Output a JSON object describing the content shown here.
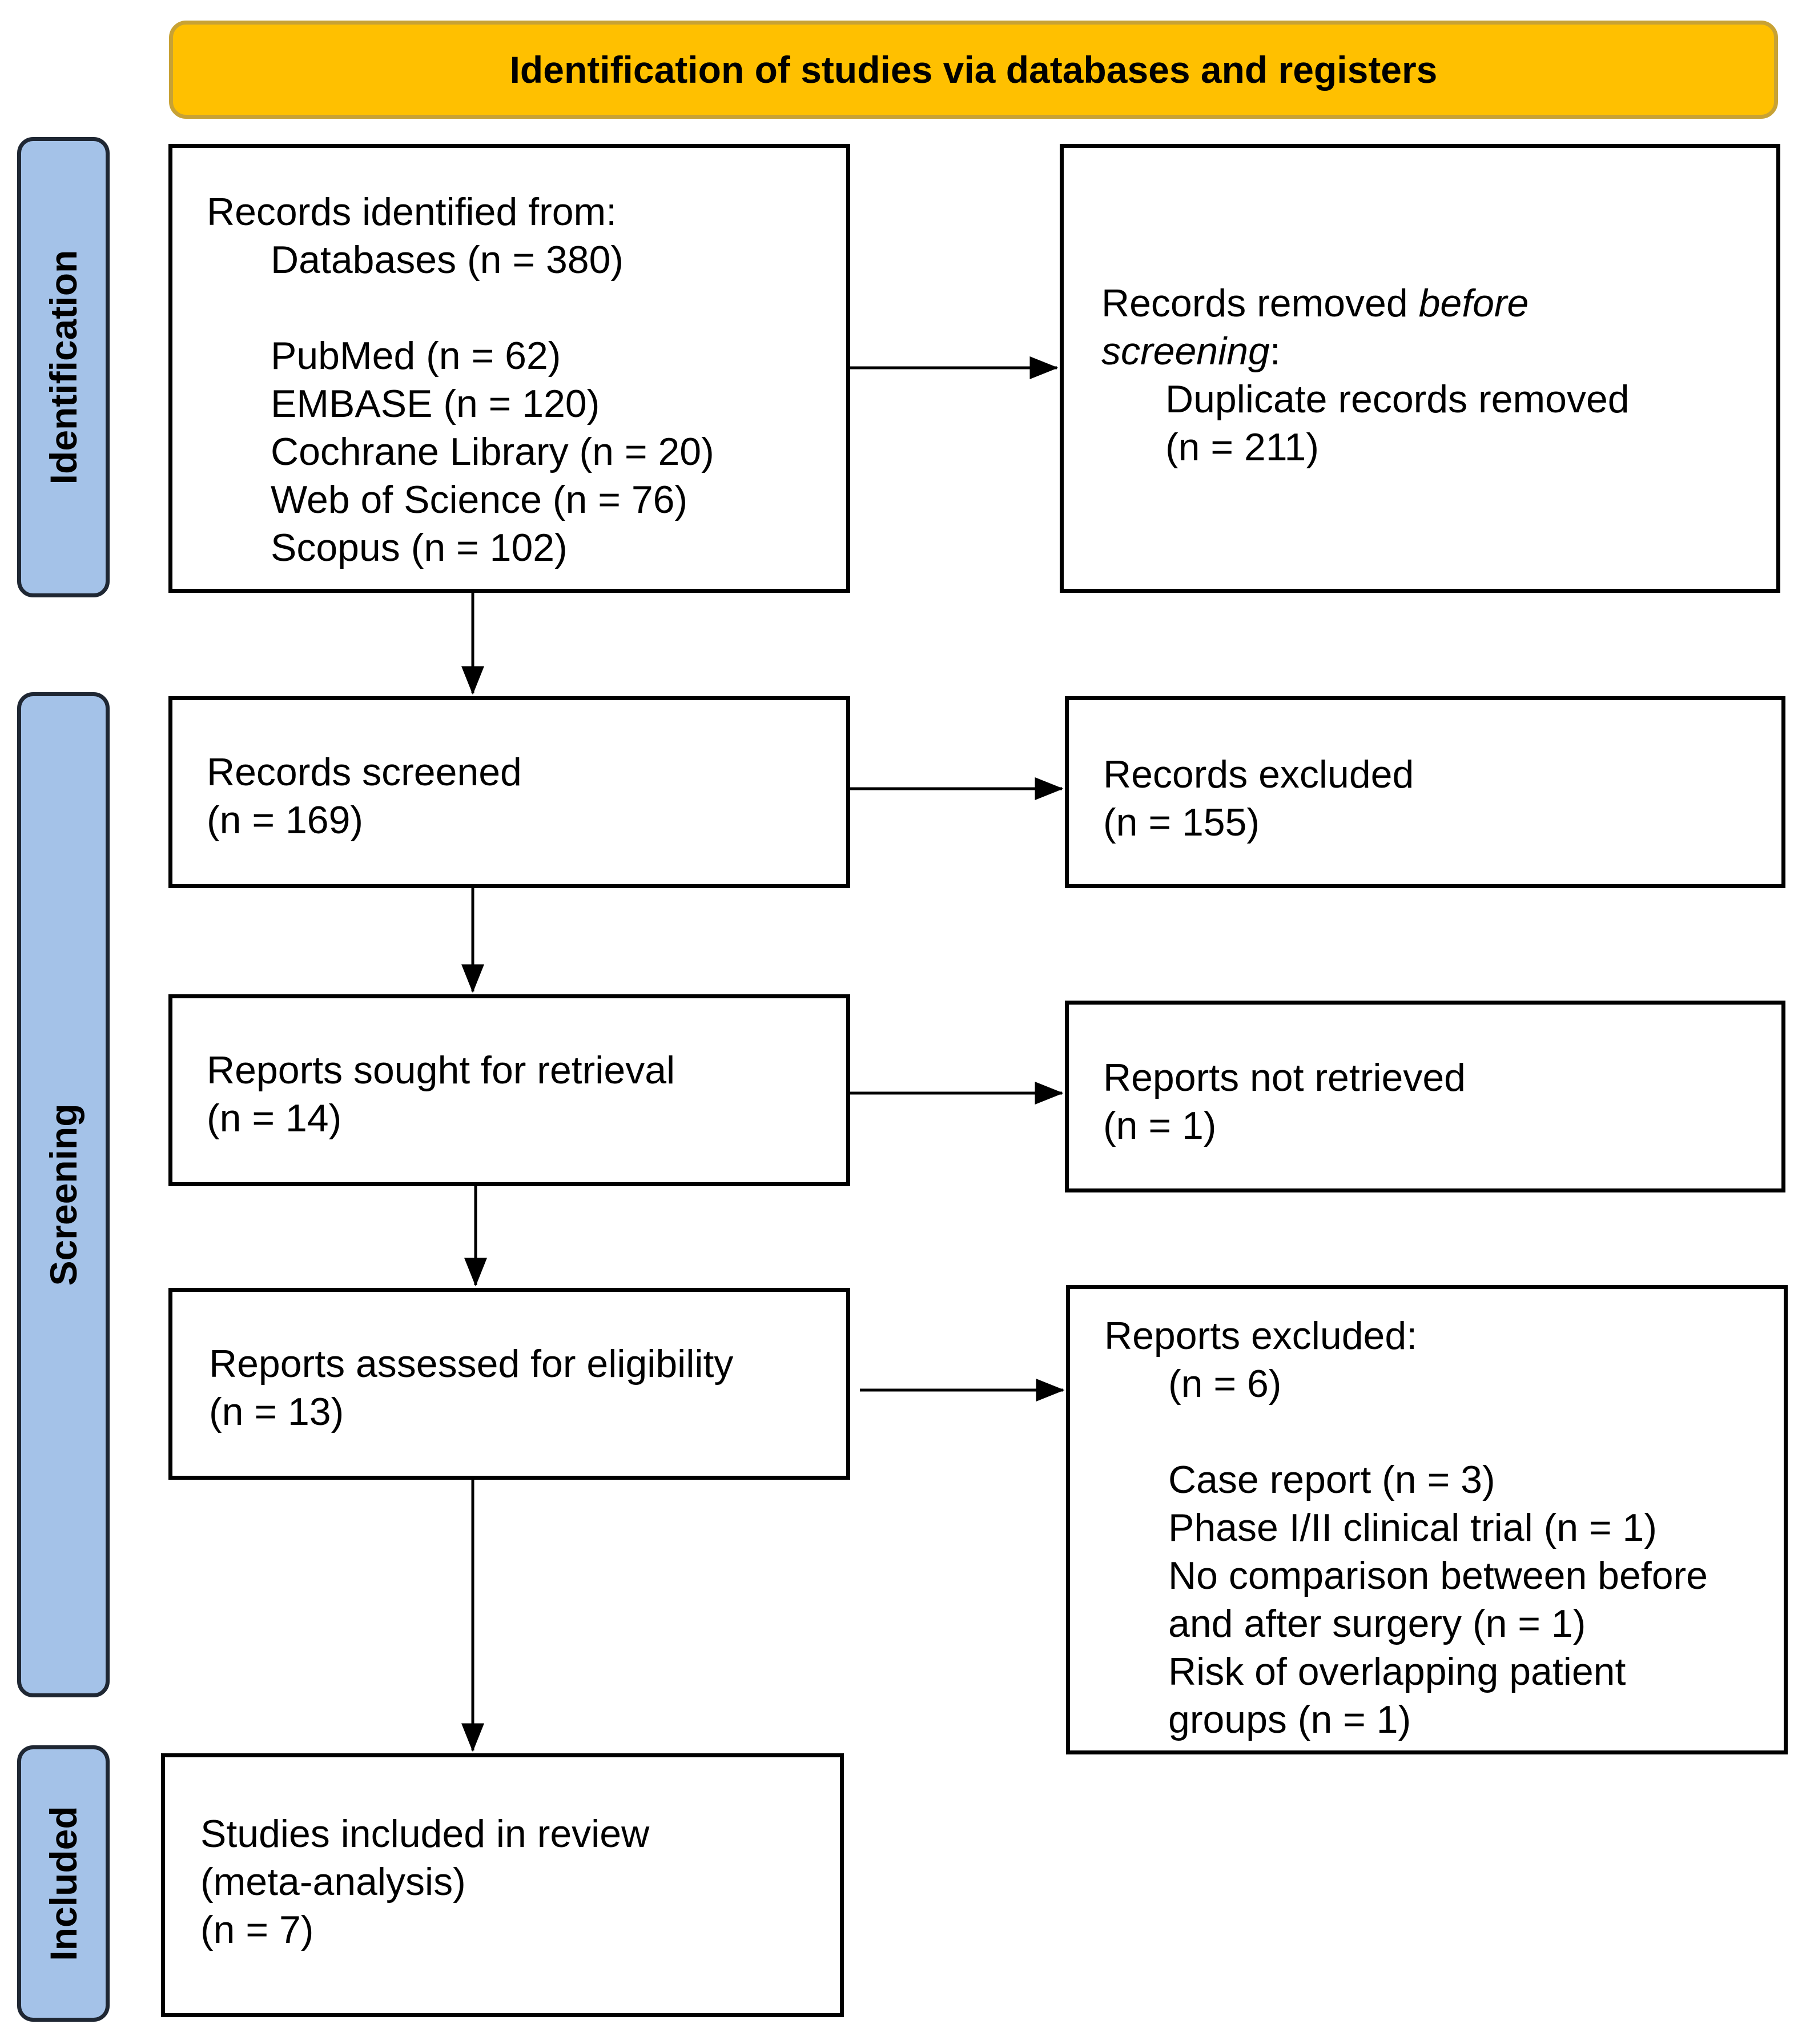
{
  "header": {
    "title": "Identification of studies via databases and registers"
  },
  "colors": {
    "header_fill": "#FFC000",
    "header_border": "#C8A234",
    "side_fill": "#A4C2E8",
    "box_border": "#000000"
  },
  "phases": [
    {
      "label": "Identification"
    },
    {
      "label": "Screening"
    },
    {
      "label": "Included"
    }
  ],
  "identified": {
    "title": "Records identified from:",
    "databases": "Databases (n = 380)",
    "sources": [
      "PubMed (n = 62)",
      "EMBASE (n = 120)",
      "Cochrane Library (n = 20)",
      "Web of Science (n = 76)",
      "Scopus (n = 102)"
    ]
  },
  "removed": {
    "title_prefix": "Records removed ",
    "title_emph": "before",
    "title_emph2": "screening",
    "title_suffix": ":",
    "detail": "Duplicate records removed",
    "count": "(n = 211)"
  },
  "screened": {
    "title": "Records screened",
    "count": "(n = 169)"
  },
  "excluded": {
    "title": "Records excluded",
    "count": "(n = 155)"
  },
  "sought": {
    "title": "Reports sought for retrieval",
    "count": "(n = 14)"
  },
  "not_retrieved": {
    "title": "Reports not retrieved",
    "count": "(n = 1)"
  },
  "assessed": {
    "title": "Reports assessed for eligibility",
    "count": "(n = 13)"
  },
  "reports_excluded": {
    "title": "Reports excluded:",
    "count": "(n = 6)",
    "reasons": [
      "Case report (n = 3)",
      "Phase I/II clinical trial (n = 1)",
      "No comparison between before",
      "and after surgery (n = 1)",
      "Risk of overlapping patient",
      "groups (n = 1)"
    ]
  },
  "included": {
    "line1": "Studies included in review",
    "line2": "(meta-analysis)",
    "count": "(n = 7)"
  }
}
